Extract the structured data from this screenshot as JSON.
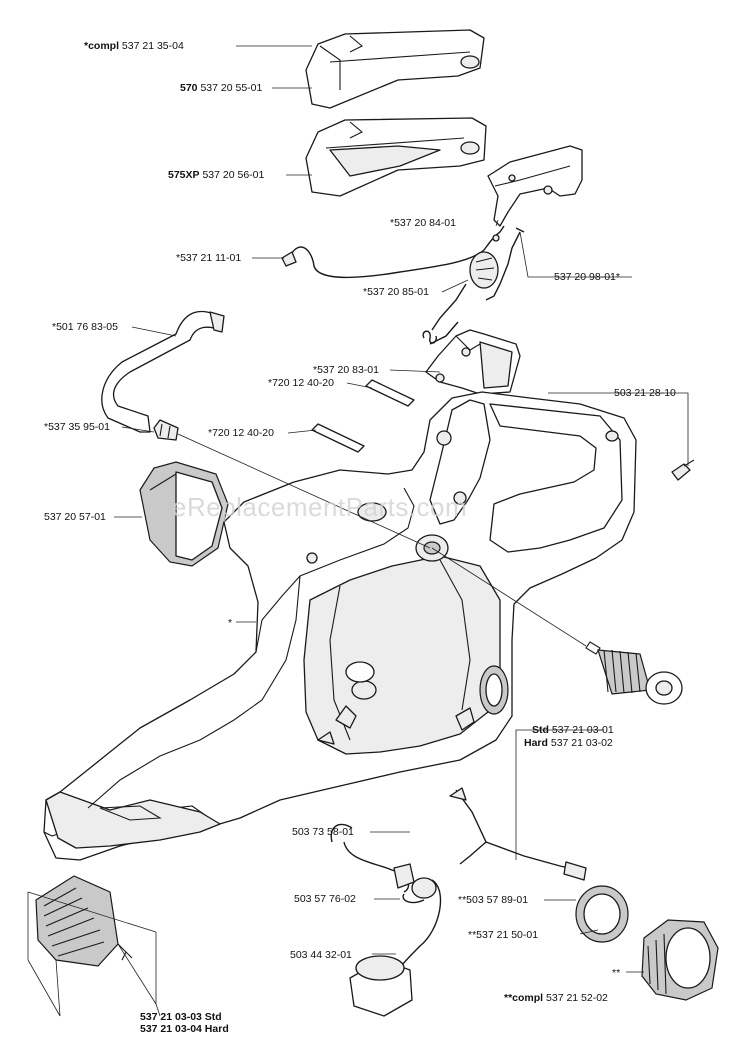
{
  "watermark": "eReplacementParts.com",
  "labels": {
    "compl_cover": {
      "bold": "*compl",
      "text": " 537 21 35-04"
    },
    "cover_570": {
      "bold": "570",
      "text": " 537 20 55-01"
    },
    "cover_575": {
      "bold": "575XP",
      "text": " 537 20 56-01"
    },
    "p537208401": {
      "bold": "",
      "text": "*537 20 84-01"
    },
    "p537211101": {
      "bold": "",
      "text": "*537 21 11-01"
    },
    "p537209801": {
      "bold": "",
      "text": "537 20 98-01*"
    },
    "p537208501": {
      "bold": "",
      "text": "*537 20 85-01"
    },
    "p501768305": {
      "bold": "",
      "text": "*501 76 83-05"
    },
    "p537208301": {
      "bold": "",
      "text": "*537 20 83-01"
    },
    "p720124020a": {
      "bold": "",
      "text": "*720 12 40-20"
    },
    "p503212810": {
      "bold": "",
      "text": "503 21 28-10"
    },
    "p537359501": {
      "bold": "",
      "text": "*537 35 95-01"
    },
    "p720124020b": {
      "bold": "",
      "text": "*720 12 40-20"
    },
    "p537205701": {
      "bold": "",
      "text": "537 20 57-01"
    },
    "star": {
      "bold": "",
      "text": "*"
    },
    "std_av": {
      "bold": "Std",
      "text": " 537 21 03-01"
    },
    "hard_av": {
      "bold": "Hard",
      "text": " 537 21 03-02"
    },
    "p503735801": {
      "bold": "",
      "text": "503 73 58-01"
    },
    "p503577602": {
      "bold": "",
      "text": "503 57 76-02"
    },
    "p503578901": {
      "bold": "",
      "text": "**503 57 89-01"
    },
    "p537215001": {
      "bold": "",
      "text": "**537 21 50-01"
    },
    "dstar": {
      "bold": "",
      "text": "**"
    },
    "p503443201": {
      "bold": "",
      "text": "503 44 32-01"
    },
    "compl_cap": {
      "bold": "**compl",
      "text": " 537 21 52-02"
    },
    "av_rear_std": {
      "bold": "",
      "text": "537 21 03-03 Std"
    },
    "av_rear_hard": {
      "bold": "",
      "text": "537 21 03-04 Hard"
    }
  }
}
